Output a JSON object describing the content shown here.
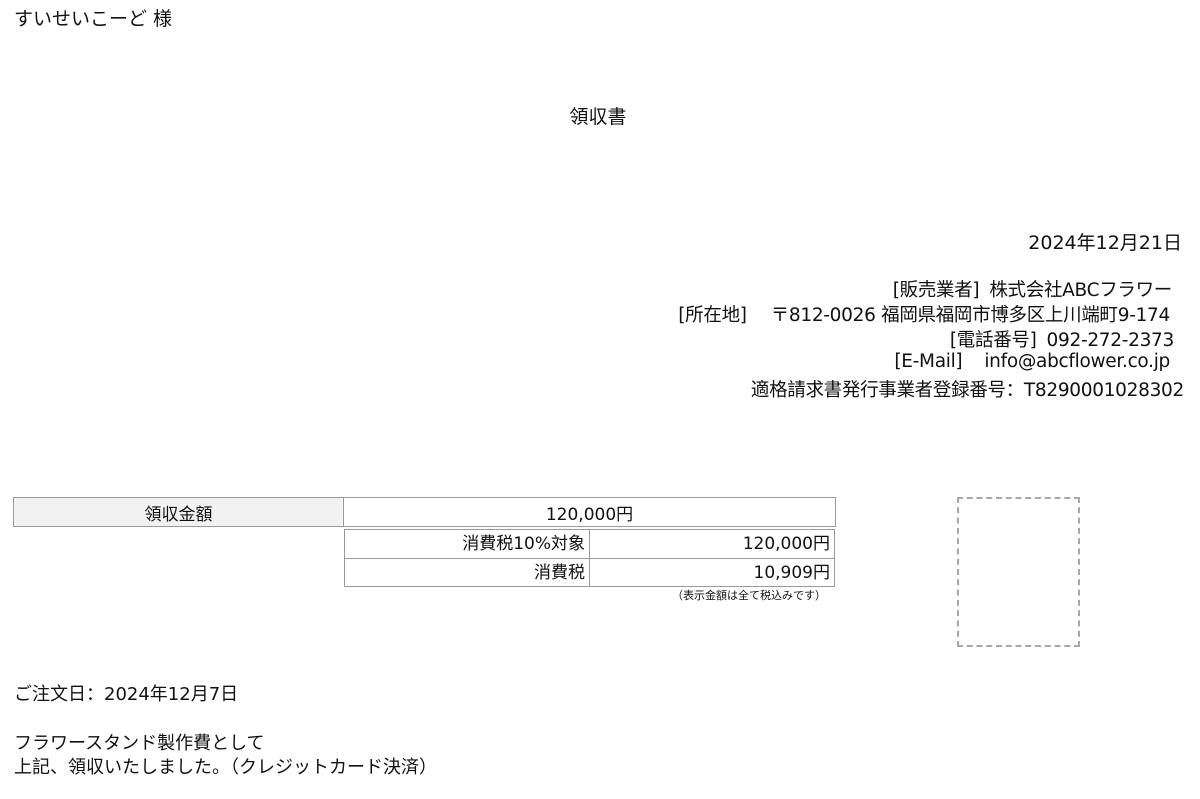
{
  "recipient": "すいせいこーど 様",
  "document_title": "領収書",
  "issue_date": "2024年12月21日",
  "seller": {
    "vendor_label": "[販売業者]",
    "vendor_value": "株式会社ABCフラワー",
    "address_label": "[所在地]",
    "address_value": "〒812-0026 福岡県福岡市博多区上川端町9-174",
    "phone_label": "[電話番号]",
    "phone_value": "092-272-2373",
    "email_label": "[E-Mail]",
    "email_value": "info@abcflower.co.jp",
    "registration": "適格請求書発行事業者登録番号：T8290001028302"
  },
  "amount": {
    "label": "領収金額",
    "value": "120,000円"
  },
  "tax_rows": [
    {
      "label": "消費税10%対象",
      "value": "120,000円"
    },
    {
      "label": "消費税",
      "value": "10,909円"
    }
  ],
  "tax_note": "（表示金額は全て税込みです）",
  "order_date": "ご注文日：2024年12月7日",
  "purpose": "フラワースタンド製作費として",
  "received_note": "上記、領収いたしました。（クレジットカード決済）"
}
